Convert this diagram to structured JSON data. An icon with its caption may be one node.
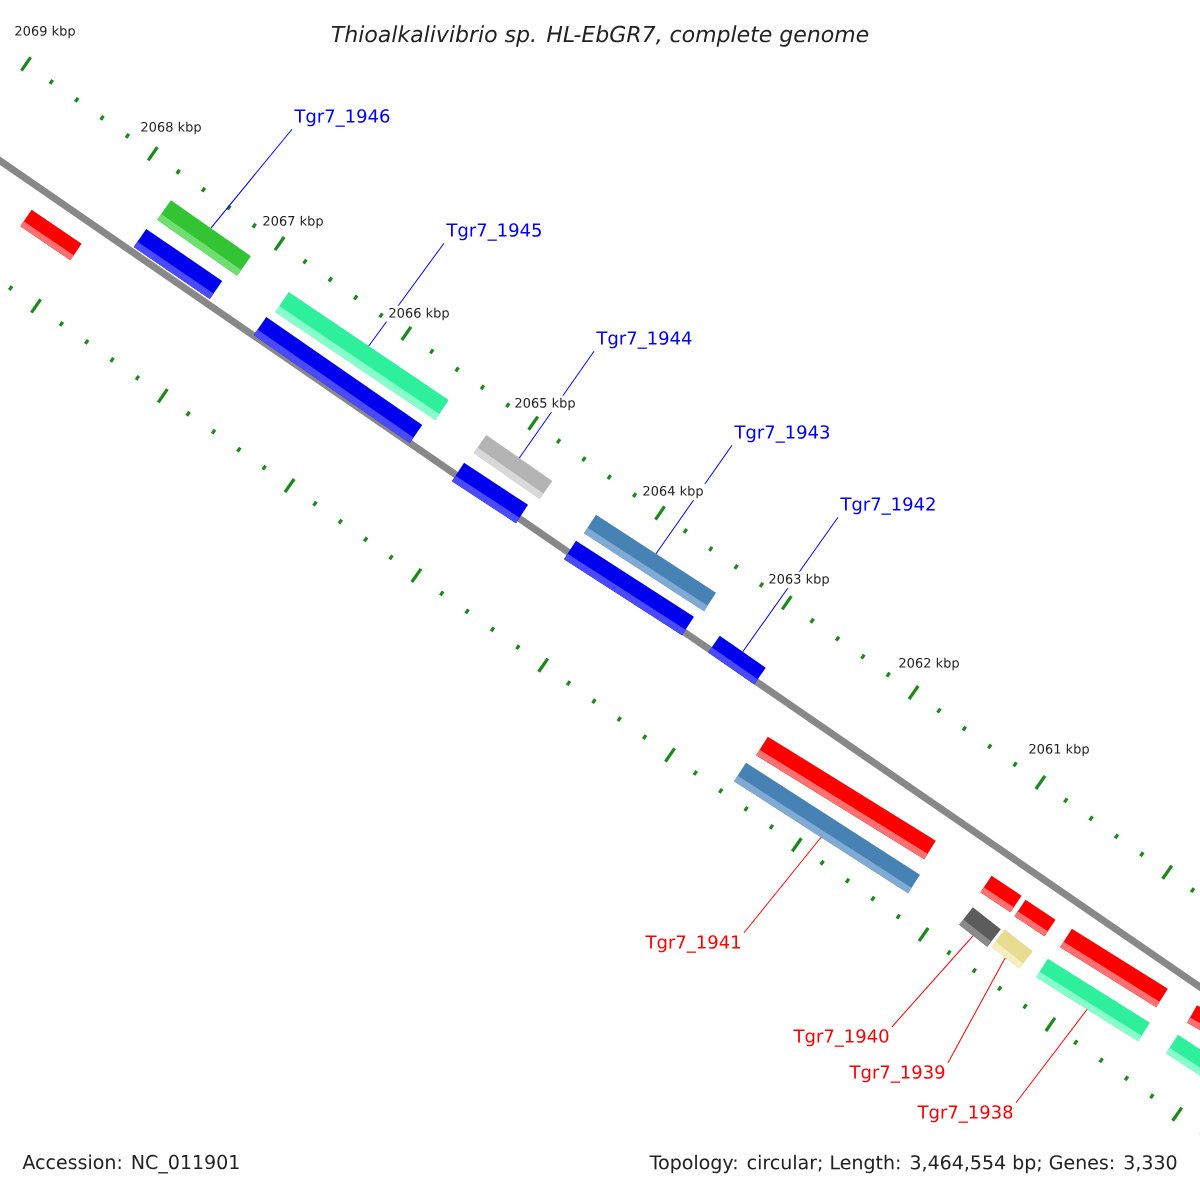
{
  "diagram": {
    "title": "Thioalkalivibrio sp. HL-EbGR7, complete genome",
    "nodes": [
      {
        "text": [
          "Tgr7_1946"
        ]
      },
      {
        "text": [
          "Tgr7_1945"
        ]
      },
      {
        "text": [
          "Tgr7_1944"
        ]
      },
      {
        "text": [
          "Tgr7_1943"
        ]
      },
      {
        "text": [
          "Tgr7_1942"
        ]
      },
      {
        "text": [
          "Tgr7_1941"
        ]
      },
      {
        "text": [
          "Tgr7_1940"
        ]
      },
      {
        "text": [
          "Tgr7_1939"
        ]
      },
      {
        "text": [
          "Tgr7_1938"
        ]
      },
      {
        "text": [],
        "shape": "bar"
      },
      {
        "text": [],
        "shape": "bar"
      },
      {
        "text": [],
        "shape": "bar"
      },
      {
        "text": [],
        "shape": "bar"
      },
      {
        "text": [],
        "shape": "bar"
      },
      {
        "text": [],
        "shape": "bar"
      },
      {
        "text": [],
        "shape": "bar"
      },
      {
        "text": [],
        "shape": "bar"
      },
      {
        "text": [],
        "shape": "bar"
      }
    ],
    "edges": [
      {
        "from": 0,
        "to": 9,
        "arrow": "none",
        "color": "#0000ff"
      },
      {
        "from": 1,
        "to": 10,
        "arrow": "none",
        "color": "#0000ff"
      },
      {
        "from": 2,
        "to": 11,
        "arrow": "none",
        "color": "#0000ff"
      },
      {
        "from": 3,
        "to": 12,
        "arrow": "none",
        "color": "#0000ff"
      },
      {
        "from": 4,
        "to": 13,
        "arrow": "none",
        "color": "#0000ff"
      },
      {
        "from": 5,
        "to": 14,
        "arrow": "none",
        "color": "#ff0000"
      },
      {
        "from": 6,
        "to": 15,
        "arrow": "none",
        "color": "#ff0000"
      },
      {
        "from": 7,
        "to": 16,
        "arrow": "none",
        "color": "#ff0000"
      },
      {
        "from": 8,
        "to": 17,
        "arrow": "none",
        "color": "#ff0000"
      }
    ],
    "labels": [
      "2069 kbp",
      "2068 kbp",
      "2067 kbp",
      "2066 kbp",
      "2065 kbp",
      "2064 kbp",
      "2063 kbp",
      "2062 kbp",
      "2061 kbp",
      "Accession: NC_011901",
      "Topology: circular; Length: 3,464,554 bp; Genes: 3,330"
    ]
  }
}
